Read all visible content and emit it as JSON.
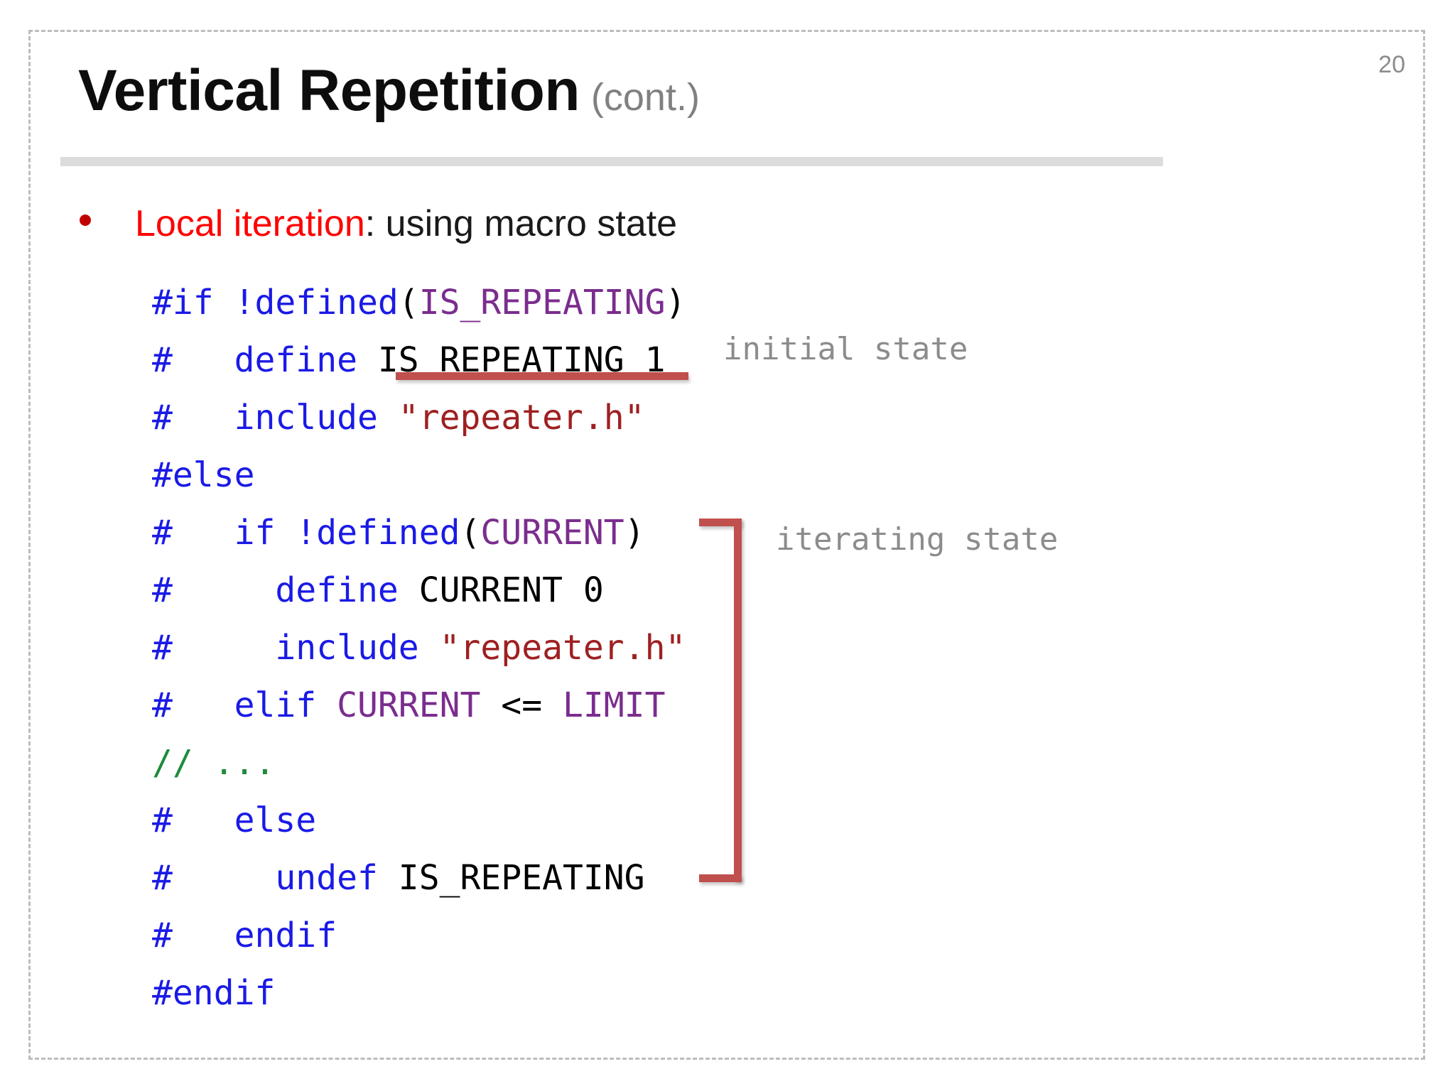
{
  "slide": {
    "page_number": "20",
    "title": {
      "main": "Vertical Repetition",
      "sub": "(cont.)"
    },
    "bullet": {
      "emphasis": "Local iteration",
      "rest": ": using macro state"
    },
    "code": {
      "lines": [
        {
          "id": "line-if-defined-is-repeating",
          "tokens": [
            {
              "t": "#if ",
              "c": "directive"
            },
            {
              "t": "!defined",
              "c": "directive"
            },
            {
              "t": "(",
              "c": "plain"
            },
            {
              "t": "IS_REPEATING",
              "c": "macro"
            },
            {
              "t": ")",
              "c": "plain"
            }
          ]
        },
        {
          "id": "line-define-is-repeating",
          "tokens": [
            {
              "t": "#   ",
              "c": "directive"
            },
            {
              "t": "define",
              "c": "directive"
            },
            {
              "t": " IS_REPEATING 1",
              "c": "plain"
            }
          ]
        },
        {
          "id": "line-include-repeater-outer",
          "tokens": [
            {
              "t": "#   ",
              "c": "directive"
            },
            {
              "t": "include",
              "c": "directive"
            },
            {
              "t": " ",
              "c": "plain"
            },
            {
              "t": "\"repeater.h\"",
              "c": "string"
            }
          ]
        },
        {
          "id": "line-else-outer",
          "tokens": [
            {
              "t": "#else",
              "c": "directive"
            }
          ]
        },
        {
          "id": "line-if-defined-current",
          "tokens": [
            {
              "t": "#   ",
              "c": "directive"
            },
            {
              "t": "if ",
              "c": "directive"
            },
            {
              "t": "!defined",
              "c": "directive"
            },
            {
              "t": "(",
              "c": "plain"
            },
            {
              "t": "CURRENT",
              "c": "macro"
            },
            {
              "t": ")",
              "c": "plain"
            }
          ]
        },
        {
          "id": "line-define-current",
          "tokens": [
            {
              "t": "#     ",
              "c": "directive"
            },
            {
              "t": "define",
              "c": "directive"
            },
            {
              "t": " CURRENT 0",
              "c": "plain"
            }
          ]
        },
        {
          "id": "line-include-repeater-inner",
          "tokens": [
            {
              "t": "#     ",
              "c": "directive"
            },
            {
              "t": "include",
              "c": "directive"
            },
            {
              "t": " ",
              "c": "plain"
            },
            {
              "t": "\"repeater.h\"",
              "c": "string"
            }
          ]
        },
        {
          "id": "line-elif-current-limit",
          "tokens": [
            {
              "t": "#   ",
              "c": "directive"
            },
            {
              "t": "elif ",
              "c": "directive"
            },
            {
              "t": "CURRENT",
              "c": "macro"
            },
            {
              "t": " <= ",
              "c": "op"
            },
            {
              "t": "LIMIT",
              "c": "macro"
            }
          ]
        },
        {
          "id": "line-comment-ellipsis",
          "tokens": [
            {
              "t": "// ...",
              "c": "comment"
            }
          ]
        },
        {
          "id": "line-else-inner",
          "tokens": [
            {
              "t": "#   ",
              "c": "directive"
            },
            {
              "t": "else",
              "c": "directive"
            }
          ]
        },
        {
          "id": "line-undef-is-repeating",
          "tokens": [
            {
              "t": "#     ",
              "c": "directive"
            },
            {
              "t": "undef",
              "c": "directive"
            },
            {
              "t": " IS_REPEATING",
              "c": "plain"
            }
          ]
        },
        {
          "id": "line-endif-inner",
          "tokens": [
            {
              "t": "#   ",
              "c": "directive"
            },
            {
              "t": "endif",
              "c": "directive"
            }
          ]
        },
        {
          "id": "line-endif-outer",
          "tokens": [
            {
              "t": "#endif",
              "c": "directive"
            }
          ]
        }
      ]
    },
    "annotations": {
      "initial_state": "initial state",
      "iterating_state": "iterating state"
    },
    "colors": {
      "directive_blue": "#1a1ae6",
      "macro_purple": "#7b2d8e",
      "string_maroon": "#9e2021",
      "comment_green": "#1e8b3c",
      "emphasis_red": "#ff0000",
      "mark_red": "#c0504d",
      "rule_gray": "#dcdcdc",
      "frame_gray": "#bdbdbd",
      "annotation_gray": "#8c8c8c"
    }
  }
}
